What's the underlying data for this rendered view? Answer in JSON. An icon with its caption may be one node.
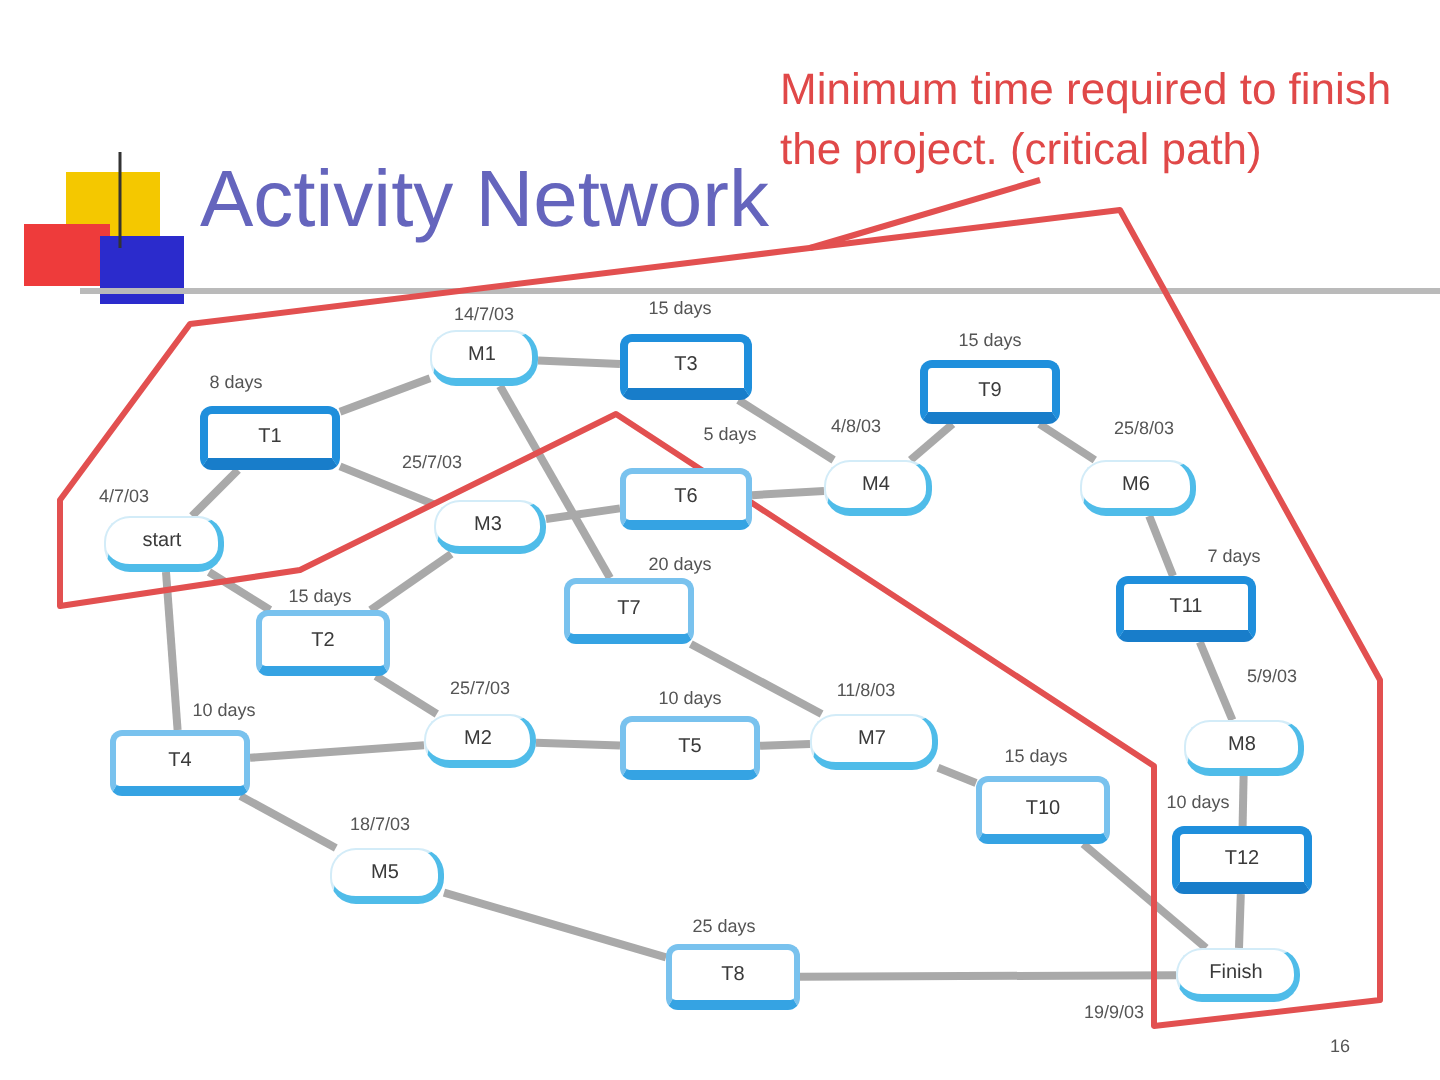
{
  "diagram": {
    "title": "Activity Network",
    "nodes": [
      {
        "text": [
          "Minimum time required to finish the project. (critical path)"
        ]
      },
      {
        "text": [],
        "shape": "polygon"
      },
      {
        "text": [
          "M1"
        ],
        "beside": [
          "14/7/03"
        ],
        "in": 1
      },
      {
        "text": [
          "T3"
        ],
        "beside": [
          "15 days"
        ],
        "in": 1
      },
      {
        "text": [
          "T1"
        ],
        "beside": [
          "8 days"
        ],
        "in": 1
      },
      {
        "text": [
          "T9"
        ],
        "beside": [
          "15 days"
        ],
        "in": 1
      },
      {
        "text": [
          "M4"
        ],
        "beside": [
          "4/8/03"
        ],
        "in": 1
      },
      {
        "text": [
          "M6"
        ],
        "beside": [
          "25/8/03"
        ],
        "in": 1
      },
      {
        "text": [
          "T6"
        ],
        "beside": [
          "5 days"
        ]
      },
      {
        "text": [
          "M3"
        ],
        "beside": [
          "25/7/03"
        ]
      },
      {
        "text": [
          "start"
        ],
        "beside": [
          "4/7/03"
        ],
        "in": 1
      },
      {
        "text": [
          "T2"
        ],
        "beside": [
          "15 days"
        ]
      },
      {
        "text": [
          "T7"
        ],
        "beside": [
          "20 days"
        ]
      },
      {
        "text": [
          "T11"
        ],
        "beside": [
          "7 days"
        ],
        "in": 1
      },
      {
        "text": [
          "T4"
        ],
        "beside": [
          "10 days"
        ]
      },
      {
        "text": [
          "M2"
        ],
        "beside": [
          "25/7/03"
        ]
      },
      {
        "text": [
          "T5"
        ],
        "beside": [
          "10 days"
        ]
      },
      {
        "text": [
          "M7"
        ],
        "beside": [
          "11/8/03"
        ]
      },
      {
        "text": [
          "M8"
        ],
        "beside": [
          "5/9/03"
        ],
        "in": 1
      },
      {
        "text": [
          "T10"
        ],
        "beside": [
          "15 days"
        ]
      },
      {
        "text": [
          "T12"
        ],
        "beside": [
          "10 days"
        ],
        "in": 1
      },
      {
        "text": [
          "M5"
        ],
        "beside": [
          "18/7/03"
        ]
      },
      {
        "text": [
          "T8"
        ],
        "beside": [
          "25 days"
        ]
      },
      {
        "text": [
          "Finish"
        ],
        "beside": [
          "19/9/03"
        ],
        "in": 1
      }
    ],
    "edges": [
      {
        "from": 0,
        "to": 1,
        "arrow": "none",
        "color": "#e25050"
      },
      {
        "from": 10,
        "to": 4,
        "arrow": "none"
      },
      {
        "from": 10,
        "to": 11,
        "arrow": "none"
      },
      {
        "from": 10,
        "to": 14,
        "arrow": "none"
      },
      {
        "from": 4,
        "to": 2,
        "arrow": "none"
      },
      {
        "from": 4,
        "to": 9,
        "arrow": "none"
      },
      {
        "from": 11,
        "to": 9,
        "arrow": "none"
      },
      {
        "from": 2,
        "to": 3,
        "arrow": "none"
      },
      {
        "from": 2,
        "to": 12,
        "arrow": "none"
      },
      {
        "from": 9,
        "to": 8,
        "arrow": "none"
      },
      {
        "from": 3,
        "to": 6,
        "arrow": "none"
      },
      {
        "from": 8,
        "to": 6,
        "arrow": "none"
      },
      {
        "from": 6,
        "to": 5,
        "arrow": "none"
      },
      {
        "from": 5,
        "to": 7,
        "arrow": "none"
      },
      {
        "from": 7,
        "to": 13,
        "arrow": "none"
      },
      {
        "from": 13,
        "to": 18,
        "arrow": "none"
      },
      {
        "from": 18,
        "to": 20,
        "arrow": "none"
      },
      {
        "from": 20,
        "to": 23,
        "arrow": "none"
      },
      {
        "from": 14,
        "to": 15,
        "arrow": "none"
      },
      {
        "from": 11,
        "to": 15,
        "arrow": "none"
      },
      {
        "from": 14,
        "to": 21,
        "arrow": "none"
      },
      {
        "from": 15,
        "to": 16,
        "arrow": "none"
      },
      {
        "from": 16,
        "to": 17,
        "arrow": "none"
      },
      {
        "from": 12,
        "to": 17,
        "arrow": "none"
      },
      {
        "from": 17,
        "to": 19,
        "arrow": "none"
      },
      {
        "from": 19,
        "to": 23,
        "arrow": "none"
      },
      {
        "from": 21,
        "to": 22,
        "arrow": "none"
      },
      {
        "from": 22,
        "to": 23,
        "arrow": "none"
      }
    ],
    "labels": [
      "16"
    ]
  }
}
